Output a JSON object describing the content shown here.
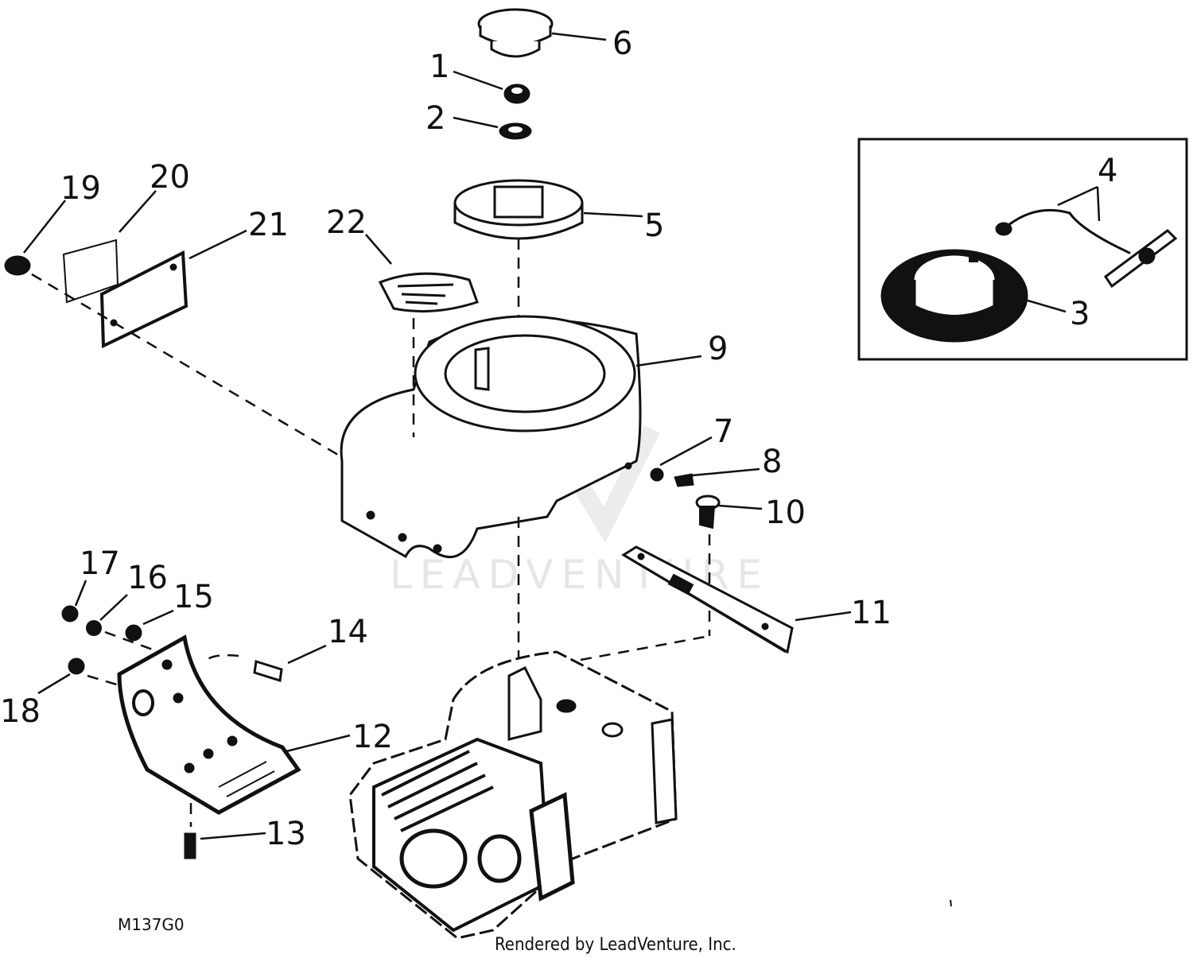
{
  "callouts": [
    "1",
    "2",
    "3",
    "4",
    "5",
    "6",
    "7",
    "8",
    "9",
    "10",
    "11",
    "12",
    "13",
    "14",
    "15",
    "16",
    "17",
    "18",
    "19",
    "20",
    "21",
    "22"
  ],
  "watermark": "LEADVENTURE",
  "figure_id": "M137G0",
  "footer": "Rendered by LeadVenture, Inc."
}
